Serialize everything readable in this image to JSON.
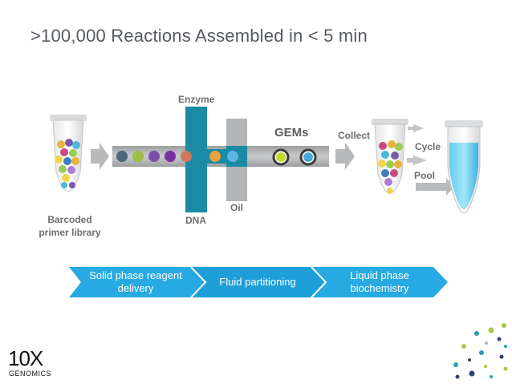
{
  "title": ">100,000 Reactions Assembled in < 5 min",
  "labels": {
    "enzyme": "Enzyme",
    "dna": "DNA",
    "oil": "Oil",
    "gems": "GEMs",
    "collect": "Collect",
    "cycle": "Cycle",
    "pool": "Pool",
    "library": "Barcoded primer library"
  },
  "steps": [
    "Solid phase reagent delivery",
    "Fluid partitioning",
    "Liquid phase biochemistry"
  ],
  "logo": {
    "mark": "10X",
    "text": "GENOMICS"
  },
  "colors": {
    "teal": "#1a8aa5",
    "gray_channel": "#b3b4b6",
    "chevron": "#27a9e1",
    "tube_liquid": "#4fc3e8",
    "dot_green": "#a7c94b",
    "dot_teal": "#2aa0b0",
    "dot_navy": "#2f3f7a"
  },
  "icons": [
    "tube-with-beads-icon",
    "arrow-icon",
    "droplet-icon",
    "product-tube-icon",
    "dot-pattern-icon"
  ]
}
